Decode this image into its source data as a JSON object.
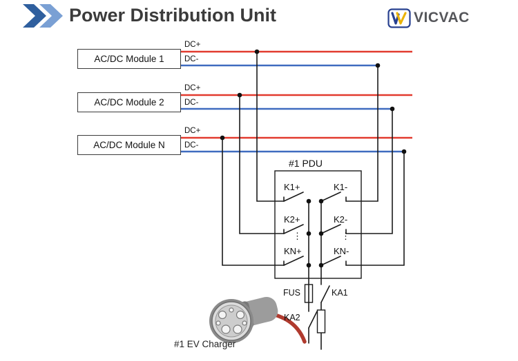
{
  "header": {
    "title": "Power Distribution Unit",
    "brand": "VICVAC"
  },
  "colors": {
    "dc_plus": "#e23a2e",
    "dc_minus": "#3f6bbf",
    "wire": "#1a1a1a",
    "chevron_dark": "#2f5f9e",
    "chevron_light": "#7aa0d4",
    "logo_blue": "#27408f",
    "logo_yellow": "#eab308",
    "cable_red": "#b03a2e"
  },
  "modules": [
    {
      "name": "AC/DC Module 1",
      "plus_label": "DC+",
      "minus_label": "DC-"
    },
    {
      "name": "AC/DC Module 2",
      "plus_label": "DC+",
      "minus_label": "DC-"
    },
    {
      "name": "AC/DC Module N",
      "plus_label": "DC+",
      "minus_label": "DC-"
    }
  ],
  "pdu": {
    "title": "#1 PDU",
    "switch_labels": [
      "K1+",
      "K1-",
      "K2+",
      "K2-",
      "KN+",
      "KN-"
    ],
    "ellipsis": "⋮",
    "fuse_label": "FUS",
    "ka1_label": "KA1",
    "ka2_label": "KA2"
  },
  "charger": {
    "label": "#1 EV Charger"
  }
}
